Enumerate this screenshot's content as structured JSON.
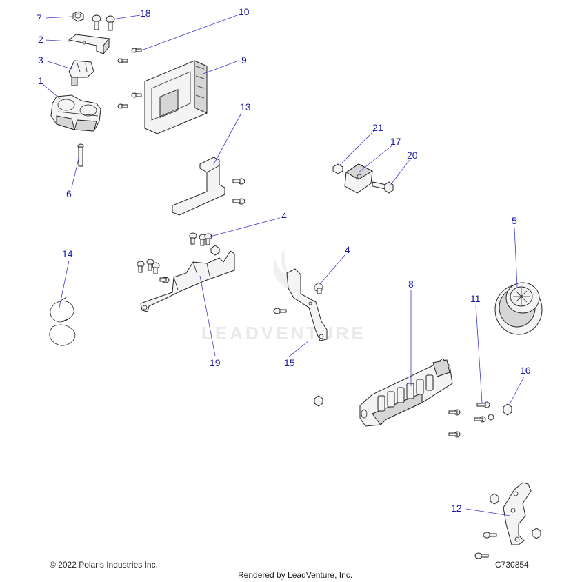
{
  "watermark": "LEADVENTURE",
  "callouts": {
    "c1": "1",
    "c2": "2",
    "c3": "3",
    "c4a": "4",
    "c4b": "4",
    "c5": "5",
    "c6": "6",
    "c7": "7",
    "c8": "8",
    "c9": "9",
    "c10": "10",
    "c11": "11",
    "c12": "12",
    "c13": "13",
    "c14": "14",
    "c15": "15",
    "c16": "16",
    "c17": "17",
    "c18": "18",
    "c19": "19",
    "c20": "20",
    "c21": "21"
  },
  "footer": {
    "copyright": "© 2022 Polaris Industries Inc.",
    "rendered_by": "Rendered by LeadVenture, Inc.",
    "diagram_code": "C730854"
  }
}
